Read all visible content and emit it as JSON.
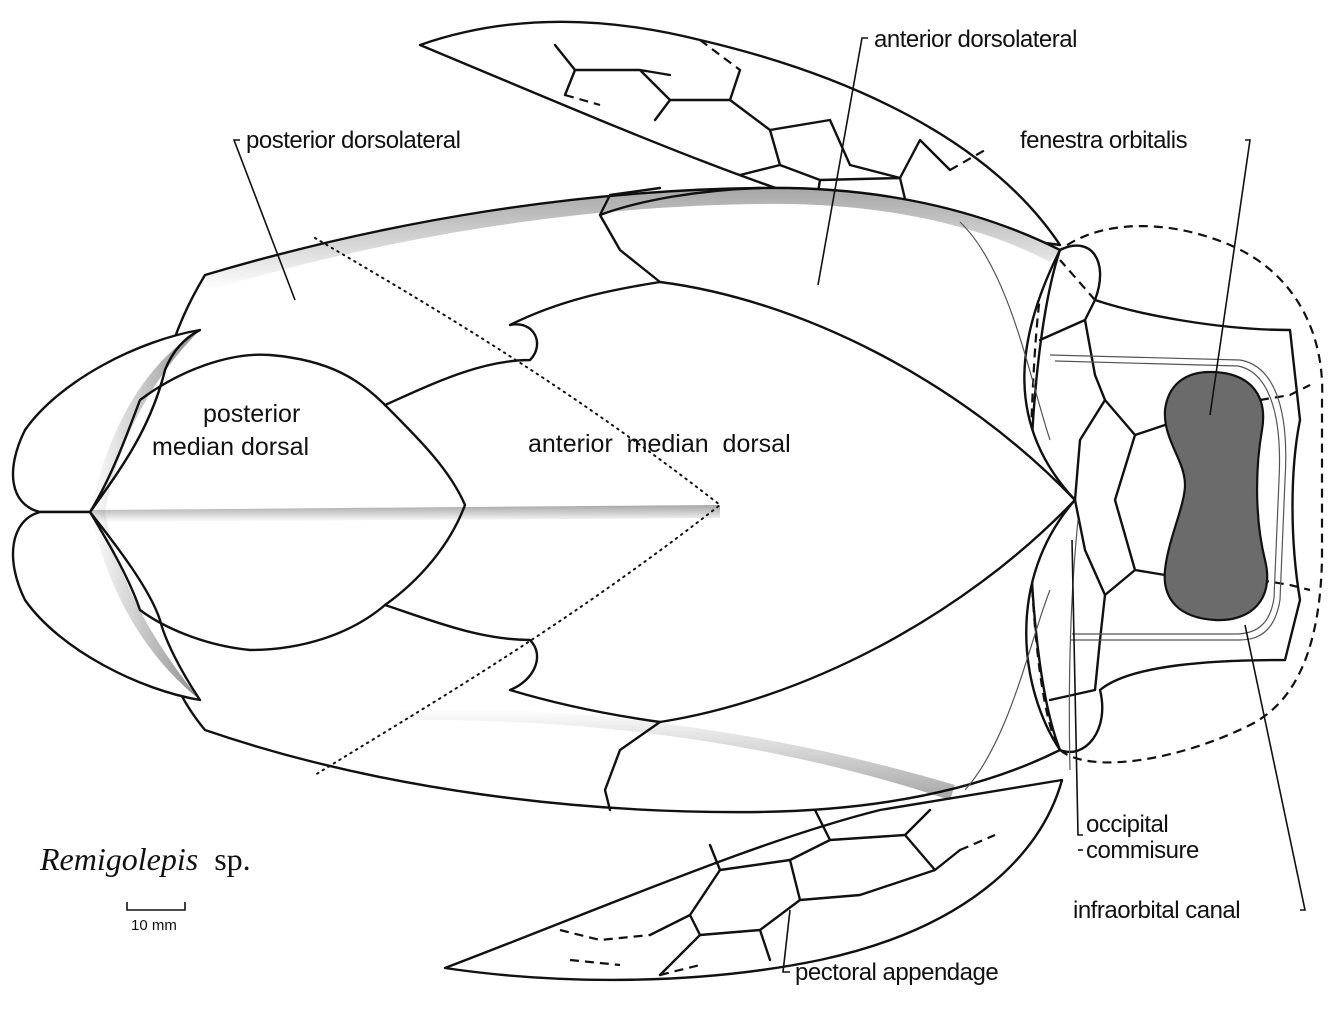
{
  "figure": {
    "species_name": "Remigolepis",
    "species_suffix": "sp.",
    "scale_bar_label": "10 mm",
    "labels": {
      "anterior_dorsolateral": "anterior dorsolateral",
      "posterior_dorsolateral": "posterior dorsolateral",
      "fenestra_orbitalis": "fenestra orbitalis",
      "posterior_median_dorsal_1": "posterior",
      "posterior_median_dorsal_2": "median dorsal",
      "anterior_median_dorsal": "anterior  median  dorsal",
      "occipital_commisure_1": "occipital",
      "occipital_commisure_2": "commisure",
      "infraorbital_canal": "infraorbital canal",
      "pectoral_appendage": "pectoral appendage"
    }
  }
}
